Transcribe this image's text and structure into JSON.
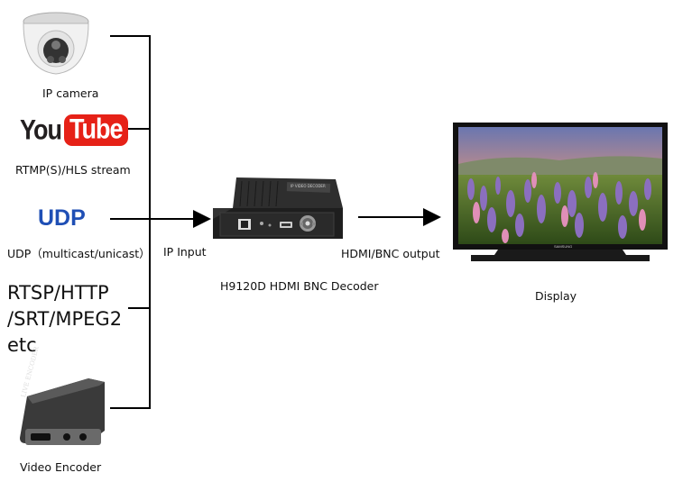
{
  "sources": {
    "ip_camera": "IP camera",
    "youtube_logo_you": "You",
    "youtube_logo_tube": "Tube",
    "rtmp": "RTMP(S)/HLS stream",
    "udp_logo": "UDP",
    "udp": "UDP（multicast/unicast）",
    "rtsp_lines": [
      "RTSP/HTTP",
      "/SRT/MPEG2",
      "etc"
    ],
    "video_encoder": "Video Encoder",
    "encoder_device_text": "LIVE ENCODER"
  },
  "ip_input": "IP Input",
  "decoder": {
    "label": "H9120D HDMI BNC Decoder",
    "face_text": "IP VIDEO DECODER"
  },
  "output": "HDMI/BNC output",
  "display": {
    "label": "Display",
    "brand": "SAMSUNG"
  },
  "colors": {
    "youtube_red": "#e62117",
    "udp_blue": "#1f4fb5",
    "lines": "#000000"
  }
}
